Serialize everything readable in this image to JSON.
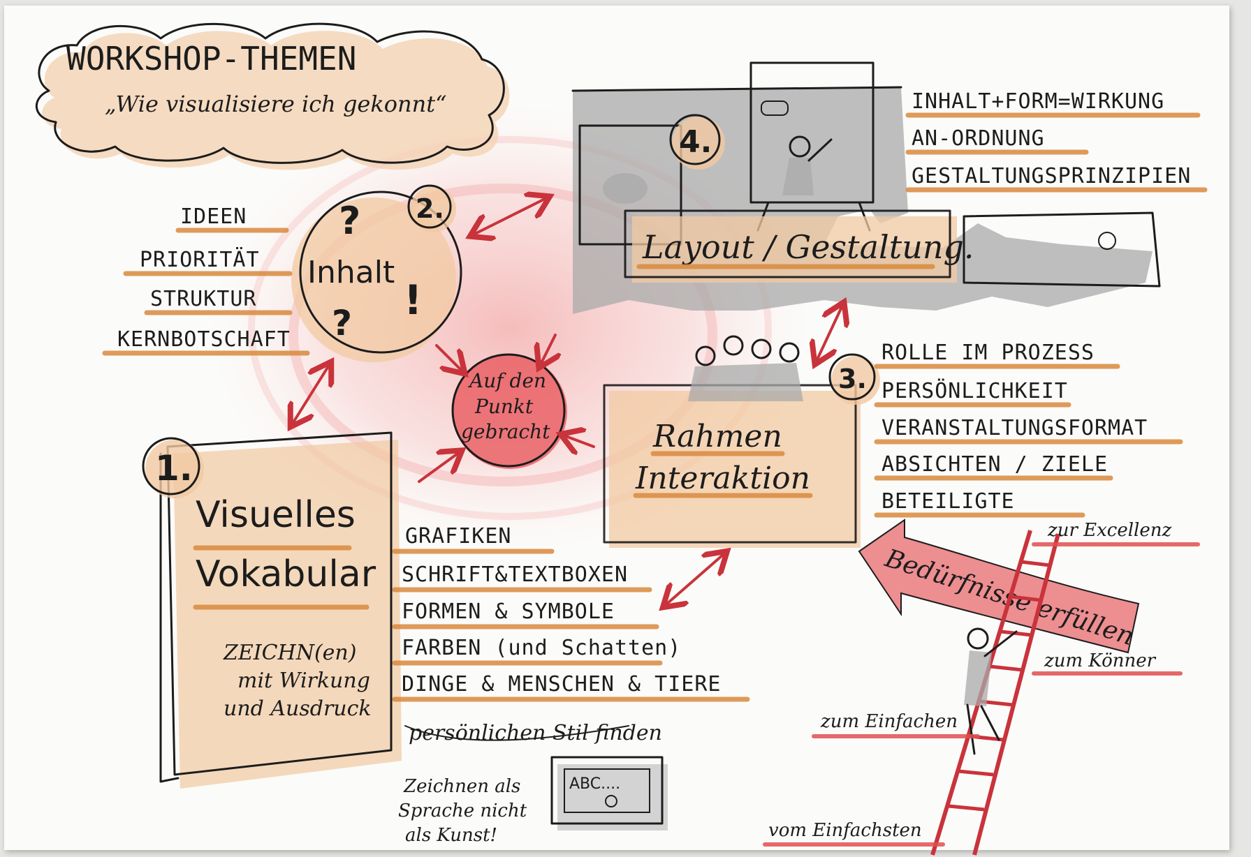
{
  "title": {
    "heading": "WORKSHOP-THEMEN",
    "subtitle": "„Wie visualisiere ich gekonnt“"
  },
  "center": {
    "label_line1": "Auf den",
    "label_line2": "Punkt",
    "label_line3": "gebracht"
  },
  "topic1": {
    "number": "1.",
    "title_line1": "Visuelles",
    "title_line2": "Vokabular",
    "body_line1": "ZEICHN(en)",
    "body_line2": "mit Wirkung",
    "body_line3": "und Ausdruck",
    "items": [
      "GRAFIKEN",
      "SCHRIFT&TEXTBOXEN",
      "FORMEN & SYMBOLE",
      "FARBEN (und Schatten)",
      "DINGE & MENSCHEN & TIERE"
    ],
    "style_note": "persönlichen Stil finden",
    "sign_text": "ABC....",
    "quote_line1": "Zeichnen als",
    "quote_line2": "Sprache nicht",
    "quote_line3": "als Kunst!"
  },
  "topic2": {
    "number": "2.",
    "title": "Inhalt",
    "items": [
      "IDEEN",
      "PRIORITÄT",
      "STRUKTUR",
      "KERNBOTSCHAFT"
    ]
  },
  "topic3": {
    "number": "3.",
    "title_line1": "Rahmen",
    "title_line2": "Interaktion",
    "items": [
      "ROLLE IM PROZESS",
      "PERSÖNLICHKEIT",
      "VERANSTALTUNGSFORMAT",
      "ABSICHTEN / ZIELE",
      "BETEILIGTE"
    ]
  },
  "topic4": {
    "number": "4.",
    "title": "Layout / Gestaltung.",
    "items": [
      "INHALT+FORM=WIRKUNG",
      "AN-ORDNUNG",
      "GESTALTUNGSPRINZIPIEN"
    ]
  },
  "ladder": {
    "arrow_label": "Bedürfnisse erfüllen",
    "steps": [
      "zur Excellenz",
      "zum Könner",
      "zum Einfachen",
      "vom Einfachsten"
    ]
  },
  "colors": {
    "ink": "#1c1c1c",
    "orange": "#d98a3e",
    "red": "#e0504f",
    "red_dark": "#c9333b",
    "gray": "#a9a9a9"
  }
}
